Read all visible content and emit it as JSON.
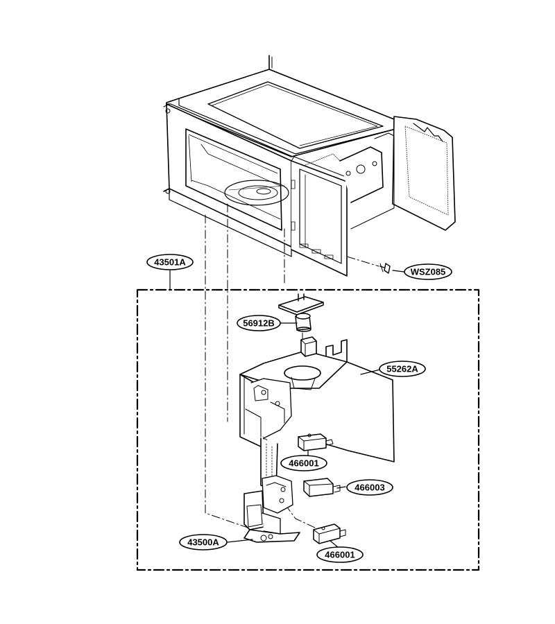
{
  "diagram": {
    "part_labels": {
      "assembly_top": "43501A",
      "screw": "WSZ085",
      "lamp": "56912B",
      "latch_board": "55262A",
      "switch_upper": "466001",
      "switch_middle": "466003",
      "hook_lever": "43500A",
      "switch_lower": "466001"
    }
  }
}
